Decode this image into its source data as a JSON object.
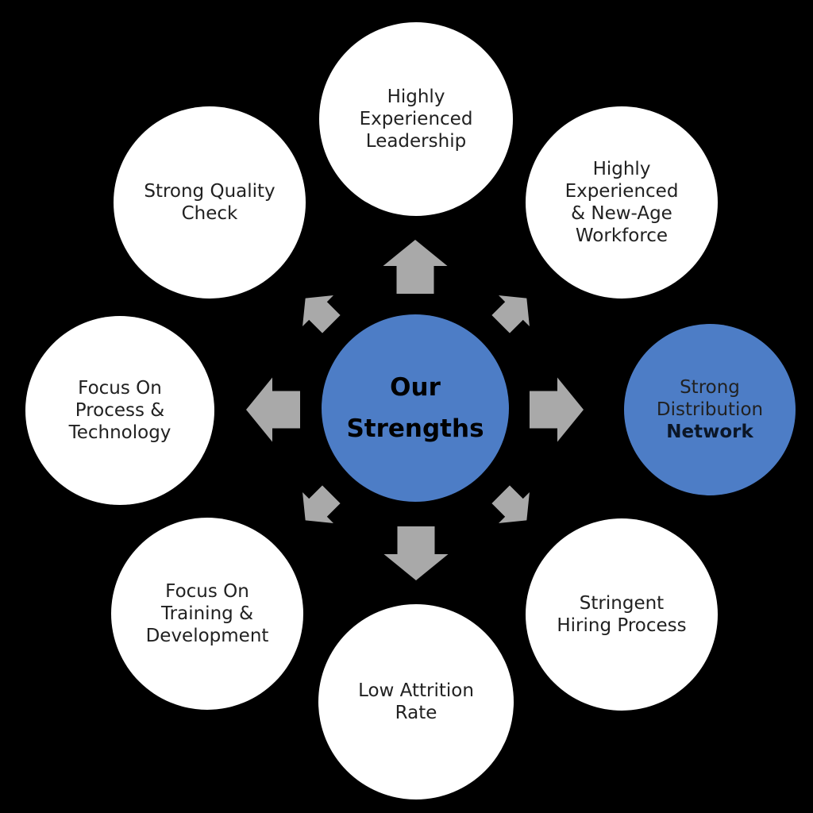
{
  "diagram": {
    "type": "hub-and-spoke",
    "center": {
      "lines": [
        "Our",
        "Strengths"
      ]
    },
    "nodes": {
      "top": {
        "lines": [
          "Highly",
          "Experienced",
          "Leadership"
        ]
      },
      "top_right": {
        "lines": [
          "Highly",
          "Experienced",
          "& New-Age",
          "Workforce"
        ]
      },
      "right": {
        "lines": [
          "Strong",
          "Distribution",
          "Network"
        ]
      },
      "bottom_right": {
        "lines": [
          "Stringent",
          "Hiring Process"
        ]
      },
      "bottom": {
        "lines": [
          "Low Attrition",
          "Rate"
        ]
      },
      "bottom_left": {
        "lines": [
          "Focus On",
          "Training &",
          "Development"
        ]
      },
      "left": {
        "lines": [
          "Focus On",
          "Process &",
          "Technology"
        ]
      },
      "top_left": {
        "lines": [
          "Strong Quality",
          "Check"
        ]
      }
    },
    "arrows": [
      "up",
      "up-right",
      "right",
      "down-right",
      "down",
      "down-left",
      "left",
      "up-left"
    ]
  },
  "colors": {
    "background": "#000000",
    "blue": "#4D7DC6",
    "white": "#FFFFFF",
    "arrow": "#A9A9A9",
    "text_dark": "#212121",
    "text_black": "#000000"
  }
}
